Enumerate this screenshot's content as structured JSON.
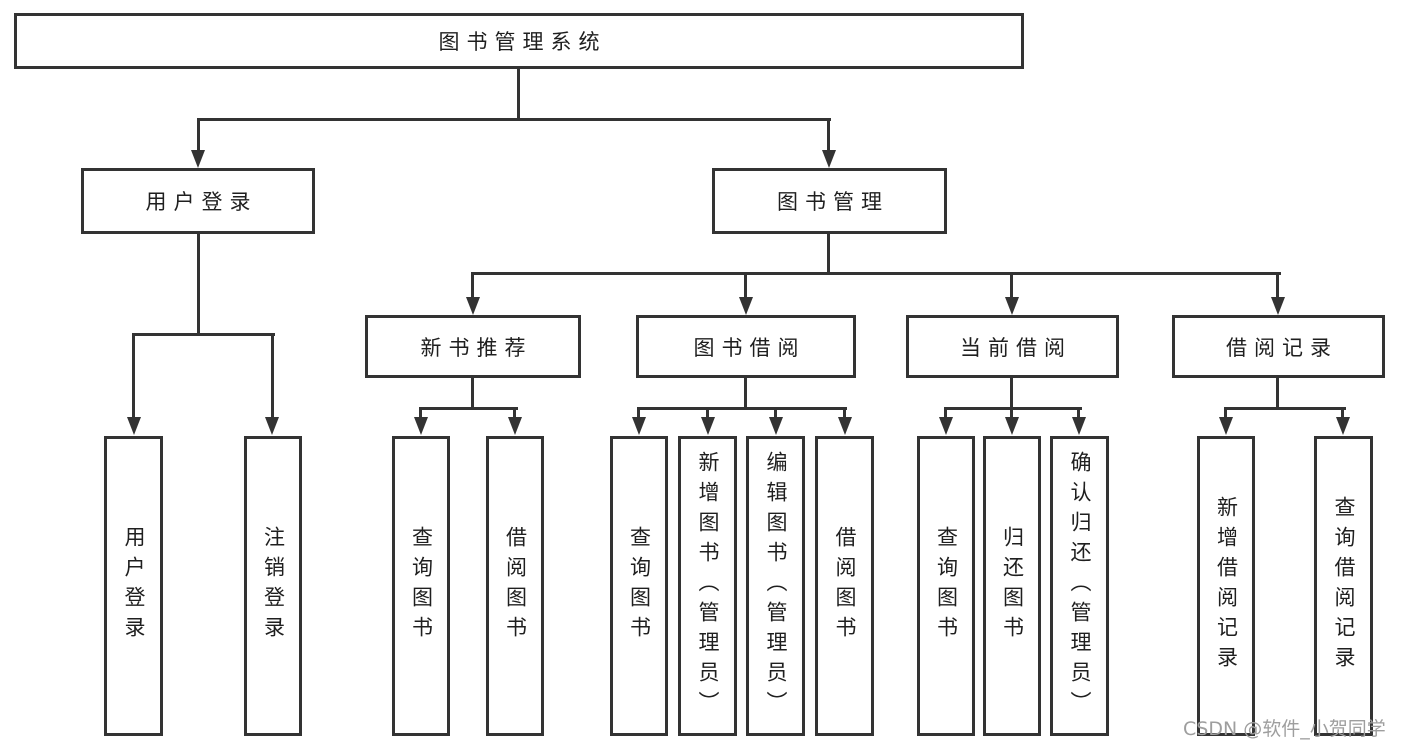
{
  "colors": {
    "line": "#333333",
    "text": "#1f1f1f",
    "background": "#ffffff",
    "watermark": "#9e9e9e"
  },
  "tree": {
    "label": "图书管理系统",
    "children": [
      {
        "label": "用户登录",
        "children": [
          {
            "label": "用户登录"
          },
          {
            "label": "注销登录"
          }
        ]
      },
      {
        "label": "图书管理",
        "children": [
          {
            "label": "新书推荐",
            "children": [
              {
                "label": "查询图书"
              },
              {
                "label": "借阅图书"
              }
            ]
          },
          {
            "label": "图书借阅",
            "children": [
              {
                "label": "查询图书"
              },
              {
                "label": "新增图书（管理员）"
              },
              {
                "label": "编辑图书（管理员）"
              },
              {
                "label": "借阅图书"
              }
            ]
          },
          {
            "label": "当前借阅",
            "children": [
              {
                "label": "查询图书"
              },
              {
                "label": "归还图书"
              },
              {
                "label": "确认归还（管理员）"
              }
            ]
          },
          {
            "label": "借阅记录",
            "children": [
              {
                "label": "新增借阅记录"
              },
              {
                "label": "查询借阅记录"
              }
            ]
          }
        ]
      }
    ]
  },
  "watermark": {
    "text": "CSDN @软件_小贺同学"
  }
}
